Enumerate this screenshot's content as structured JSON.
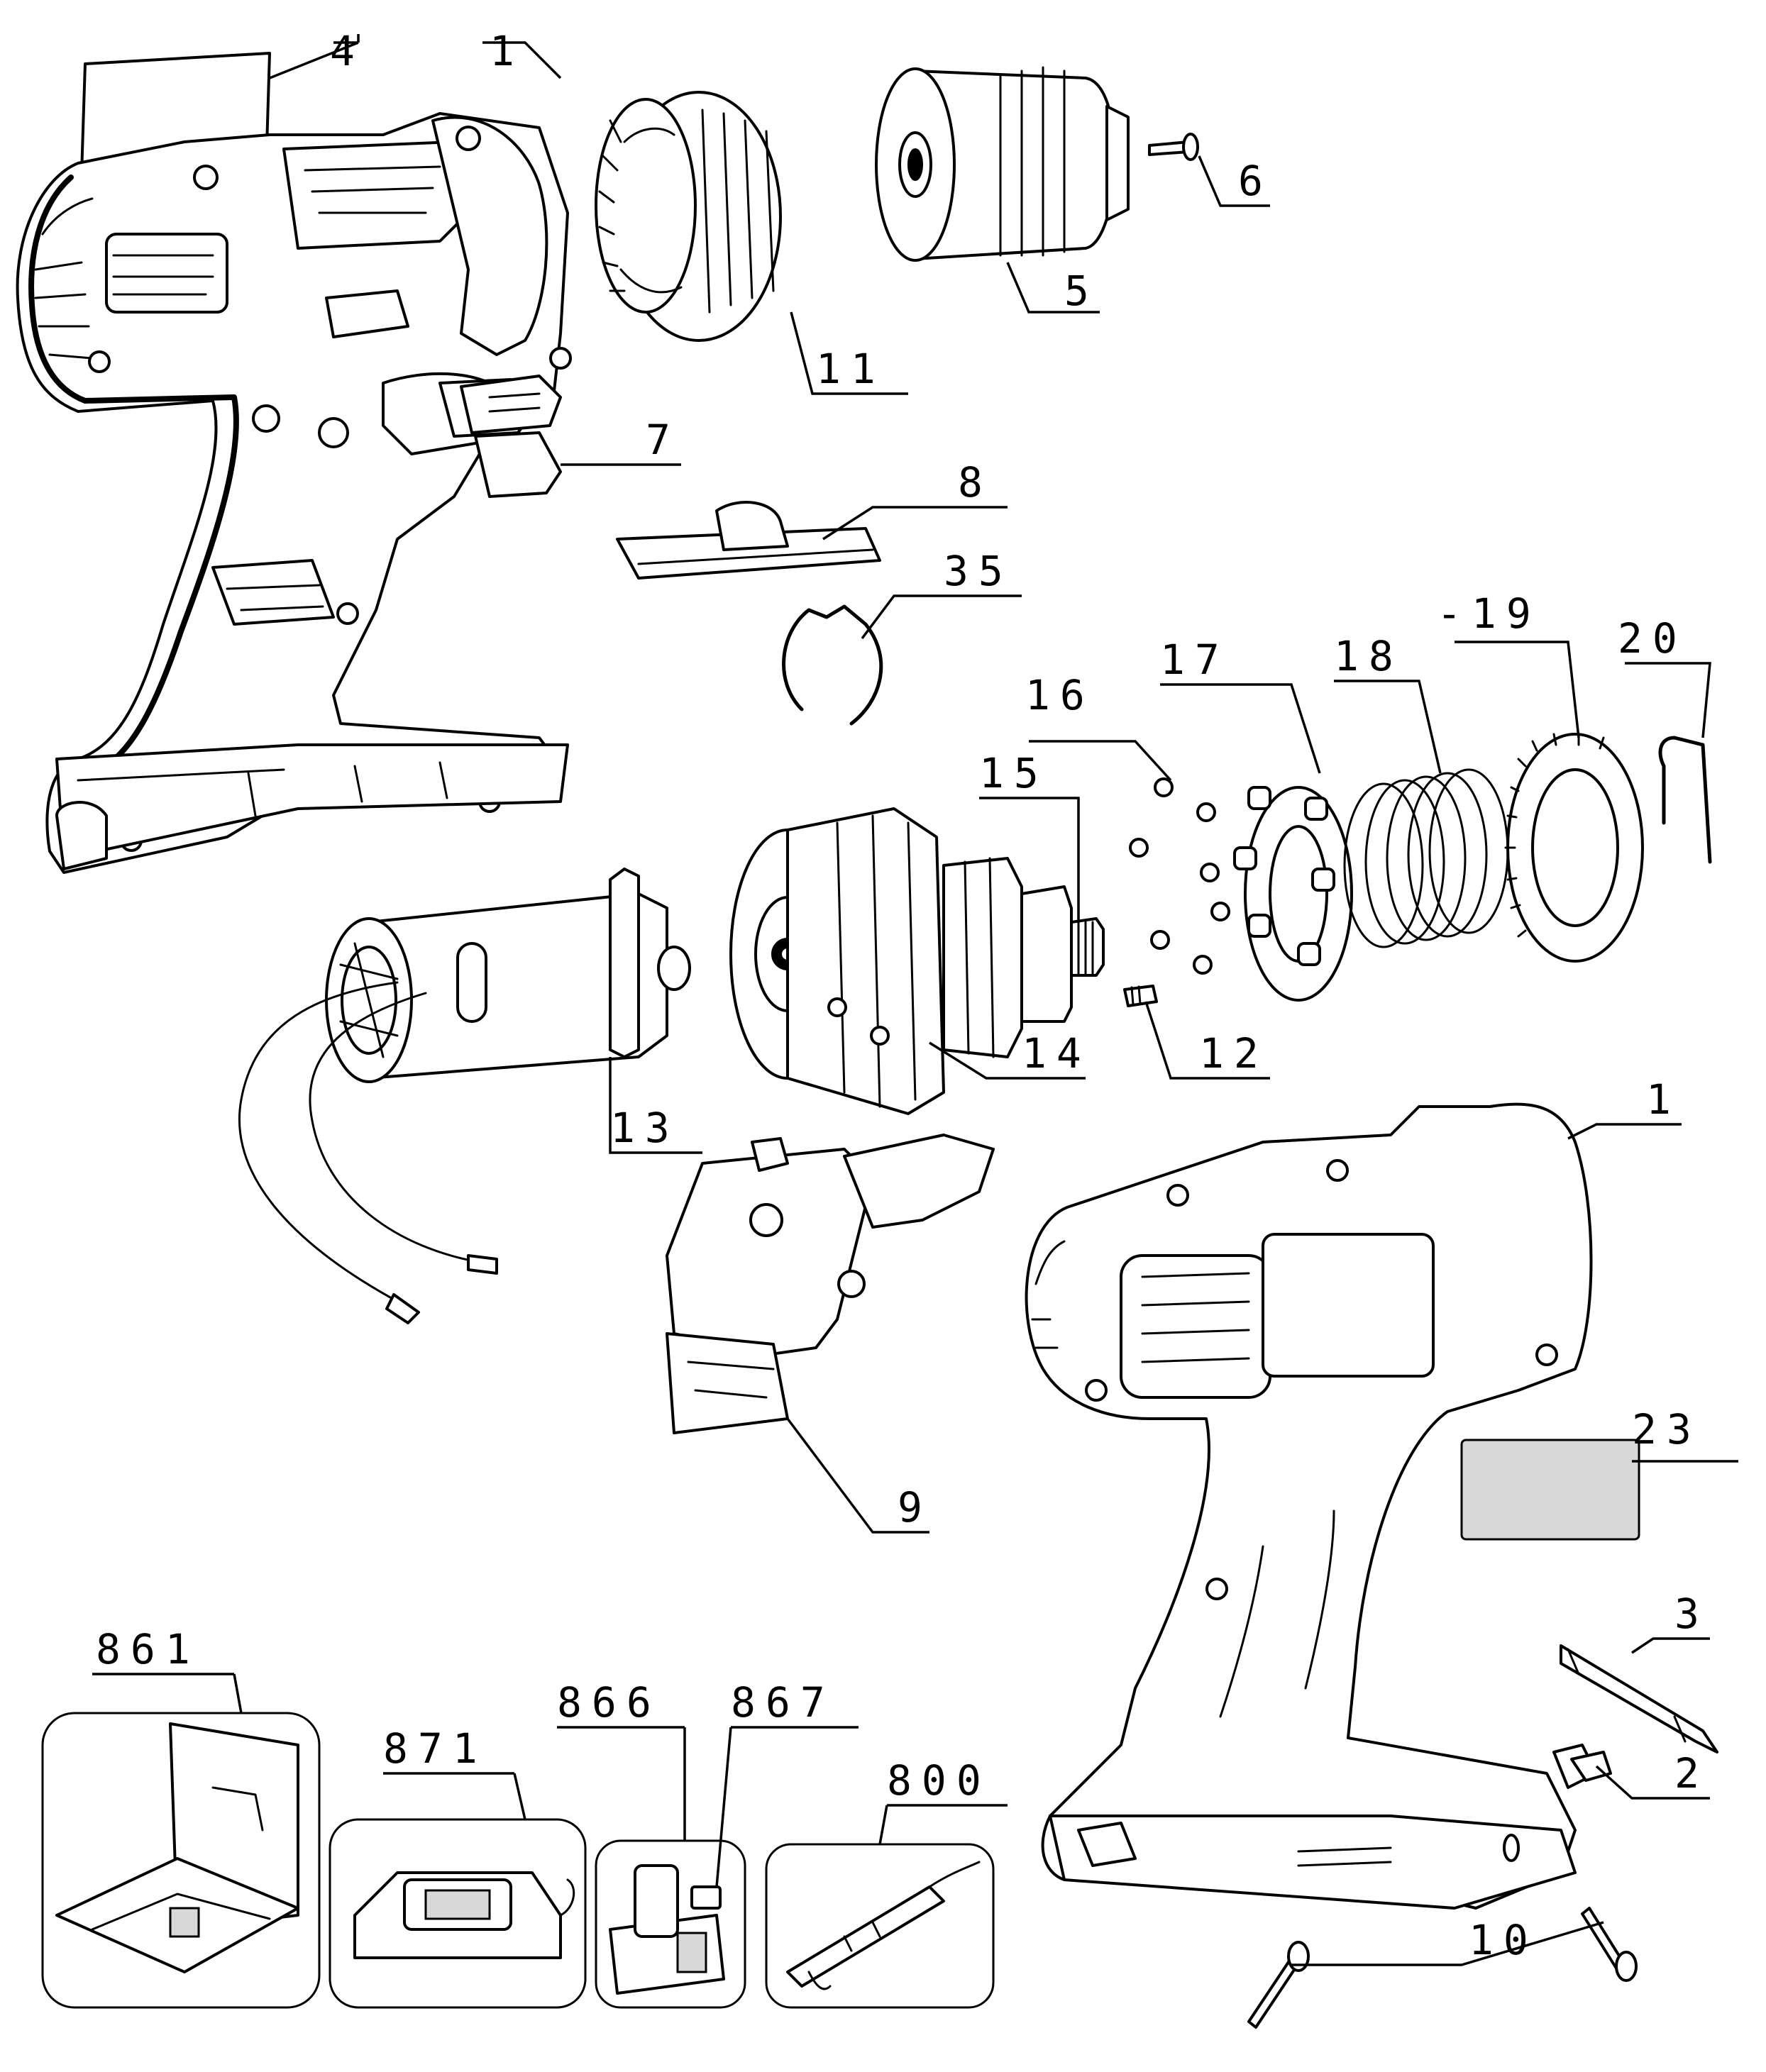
{
  "callouts": {
    "c1a": "1",
    "c1b": "1",
    "c2": "2",
    "c3": "3",
    "c4": "4",
    "c5": "5",
    "c6": "6",
    "c7": "7",
    "c8": "8",
    "c9": "9",
    "c10": "10",
    "c11": "11",
    "c12": "12",
    "c13": "13",
    "c14": "14",
    "c15": "15",
    "c16": "16",
    "c17": "17",
    "c18": "18",
    "c19": "-19",
    "c20": "20",
    "c23": "23",
    "c35": "35",
    "c800": "800",
    "c861": "861",
    "c866": "866",
    "c867": "867",
    "c871": "871"
  }
}
